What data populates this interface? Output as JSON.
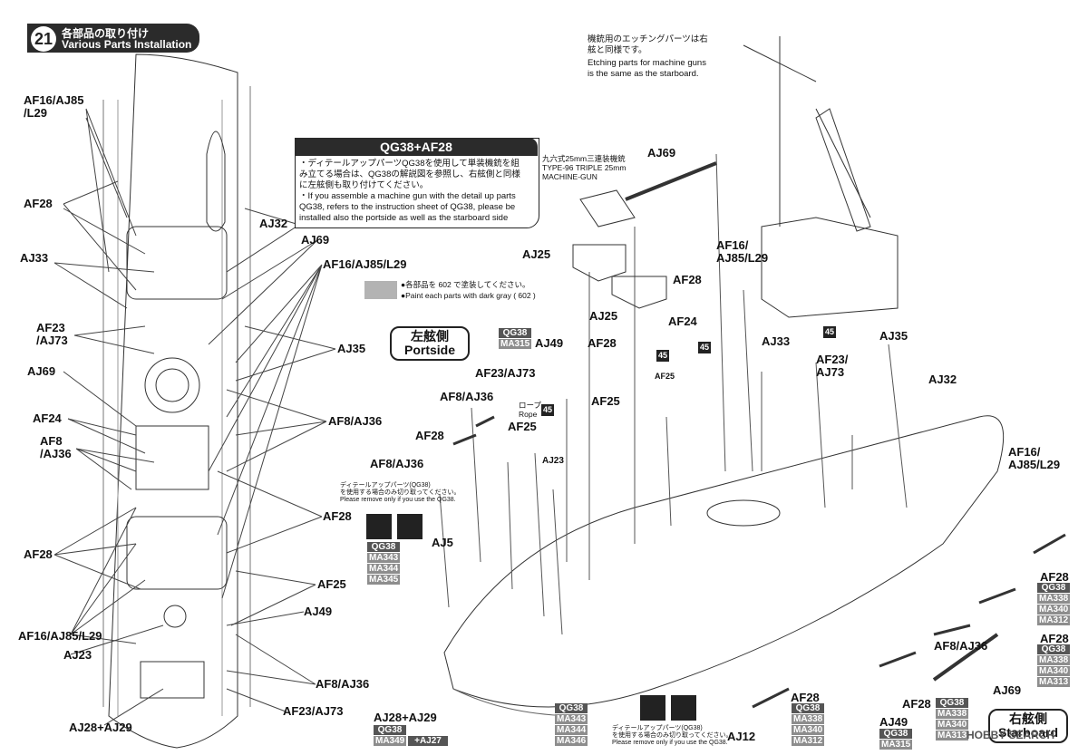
{
  "header": {
    "step_number": "21",
    "title_jp": "各部品の取り付け",
    "title_en": "Various Parts Installation"
  },
  "top_note": {
    "jp_1": "機銃用のエッチングパーツは右",
    "jp_2": "舷と同様です。",
    "en_1": "Etching parts for machine guns",
    "en_2": "is the same as the starboard."
  },
  "qg_box": {
    "title": "QG38+AF28",
    "line_1": "・ディテールアップパーツQG38を使用して単装機銃を組",
    "line_2": "み立てる場合は、QG38の解説図を参照し、右舷側と同様",
    "line_3": "に左舷側も取り付けてください。",
    "line_4": "・If you assemble a machine gun with the detail up parts",
    "line_5": "QG38, refers to the instruction sheet of QG38, please be",
    "line_6": "installed also the portside as well as the starboard side"
  },
  "paint_note": {
    "jp": "●各部品を 602 で塗装してください。",
    "en": "●Paint each parts with dark gray ( 602 )"
  },
  "triple_gun_note": {
    "jp": "九六式25mm三連装機銃",
    "en_1": "TYPE-96 TRIPLE 25mm",
    "en_2": "MACHINE-GUN"
  },
  "rope_note": {
    "jp": "ロープ",
    "en": "Rope"
  },
  "badge_45": "45",
  "portside": {
    "jp": "左舷側",
    "en": "Portside"
  },
  "starboard": {
    "jp": "右舷側",
    "en": "Starboard"
  },
  "qg_remove_note_left": {
    "jp_1": "ディテールアップパーツ(QG38)",
    "jp_2": "を使用する場合のみ切り取ってください。",
    "en": "Please remove only if you use the QG38."
  },
  "qg_remove_note_bottom": {
    "jp_1": "ディテールアップパーツ(QG38)",
    "jp_2": "を使用する場合のみ切り取ってください。",
    "en": "Please remove only if you use the QG38."
  },
  "left_labels": {
    "af16_top": "AF16/AJ85\n/L29",
    "af28_1": "AF28",
    "aj33": "AJ33",
    "af23": "AF23\n/AJ73",
    "aj69": "AJ69",
    "af24": "AF24",
    "af8": "AF8\n/AJ36",
    "af28_2": "AF28",
    "af16_bottom": "AF16/AJ85/L29",
    "aj23": "AJ23",
    "aj28": "AJ28+AJ29"
  },
  "middle_labels": {
    "aj32": "AJ32",
    "aj69": "AJ69",
    "af16": "AF16/AJ85/L29",
    "aj35": "AJ35",
    "af8_1": "AF8/AJ36",
    "af28": "AF28",
    "af25": "AF25",
    "aj49": "AJ49",
    "af8_2": "AF8/AJ36",
    "af23": "AF23/AJ73"
  },
  "diagram_labels": {
    "aj25_1": "AJ25",
    "aj25_2": "AJ25",
    "aj69": "AJ69",
    "af16": "AF16/\nAJ85/L29",
    "af28_top": "AF28",
    "af24": "AF24",
    "af28_mid": "AF28",
    "aj49": "AJ49",
    "af23_aj73": "AF23/AJ73",
    "af25_a": "AF25",
    "af25_b": "AF25",
    "af25_c": "AF25",
    "af8_aj36_a": "AF8/AJ36",
    "af28_b": "AF28",
    "af8_aj36_b": "AF8/AJ36",
    "aj23": "AJ23",
    "aj33": "AJ33",
    "af23_right": "AF23/\nAJ73",
    "aj35": "AJ35",
    "aj32": "AJ32",
    "aj5": "AJ5",
    "af16_right": "AF16/\nAJ85/L29",
    "af28_right1": "AF28",
    "af28_right2": "AF28",
    "af8_aj36_right": "AF8/AJ36",
    "aj69_right": "AJ69",
    "af28_bottom": "AF28",
    "aj49_bottom": "AJ49",
    "af28_b2": "AF28",
    "aj12": "AJ12",
    "aj28_bottom": "AJ28+AJ29"
  },
  "stacks": {
    "qg_ma315_a": [
      "QG38",
      "MA315"
    ],
    "qg_ma_left": [
      "QG38",
      "MA343",
      "MA344",
      "MA345"
    ],
    "qg_ma_bottom_left": [
      "QG38",
      "MA349"
    ],
    "aj27": "+AJ27",
    "qg_ma_bottom_mid": [
      "QG38",
      "MA343",
      "MA344",
      "MA346"
    ],
    "qg_ma_r1": [
      "QG38",
      "MA338",
      "MA340",
      "MA312"
    ],
    "qg_ma_r2": [
      "QG38",
      "MA338",
      "MA340",
      "MA313"
    ],
    "qg_ma_b1": [
      "QG38",
      "MA338",
      "MA340",
      "MA312"
    ],
    "qg_ma_b2": [
      "QG38",
      "MA315"
    ],
    "qg_ma_b3": [
      "QG38",
      "MA338",
      "MA340",
      "MA313"
    ]
  },
  "watermark": "HOBBY SEARCH",
  "colors": {
    "dark": "#2b2b2b",
    "gray_badge": "#8d8d8d",
    "paint_swatch": "#b3b3b3"
  }
}
